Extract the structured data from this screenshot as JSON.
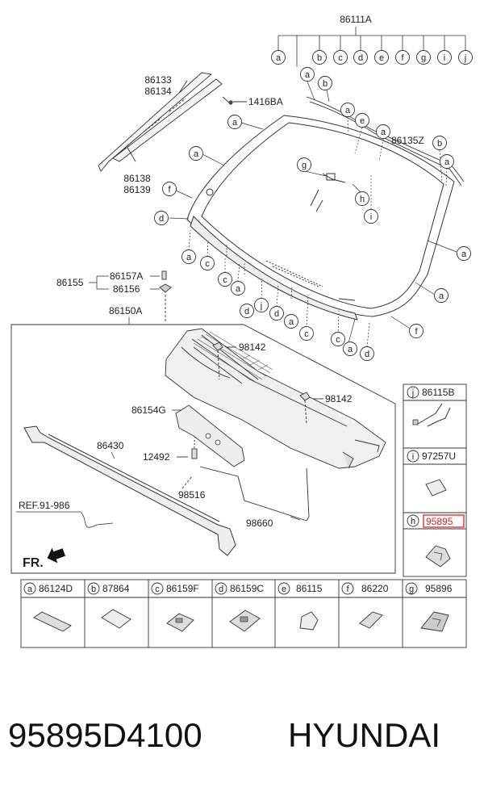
{
  "diagram": {
    "title_part": "86111A",
    "title_callouts": [
      "a",
      "b",
      "c",
      "d",
      "e",
      "f",
      "g",
      "i",
      "j"
    ],
    "labels": {
      "moulding_top_1": "86133",
      "moulding_top_2": "86134",
      "clip_part": "1416BA",
      "moulding_low_1": "86138",
      "moulding_low_2": "86139",
      "strip_part": "86135Z",
      "group_part": "86155",
      "clip_a": "86157A",
      "clip_b": "86156",
      "cowl_assy": "86150A",
      "screw_1": "98142",
      "screw_2": "98142",
      "bracket": "86154G",
      "weatherstrip": "86430",
      "bolt": "12492",
      "hose_1": "98516",
      "hose_2": "98660",
      "reference": "REF.91-986",
      "front": "FR."
    },
    "side_parts": [
      {
        "key": "j",
        "part": "86115B",
        "highlight": false
      },
      {
        "key": "i",
        "part": "97257U",
        "highlight": false
      },
      {
        "key": "h",
        "part": "95895",
        "highlight": true
      }
    ],
    "bottom_parts": [
      {
        "key": "a",
        "part": "86124D"
      },
      {
        "key": "b",
        "part": "87864"
      },
      {
        "key": "c",
        "part": "86159F"
      },
      {
        "key": "d",
        "part": "86159C"
      },
      {
        "key": "e",
        "part": "86115"
      },
      {
        "key": "f",
        "part": "86220"
      },
      {
        "key": "g",
        "part": "95896"
      }
    ],
    "callouts": {
      "c_a1": "a",
      "c_b1": "b",
      "c_a2": "a",
      "c_e1": "e",
      "c_a3": "a",
      "c_b2": "b",
      "c_a4": "a",
      "c_a5": "a",
      "c_a6": "a",
      "c_g1": "g",
      "c_h1": "h",
      "c_i1": "i",
      "c_f1": "f",
      "c_d1": "d",
      "c_a7": "a",
      "c_c1": "c",
      "c_c2": "c",
      "c_a8": "a",
      "c_c3": "c",
      "c_j1": "j",
      "c_d2": "d",
      "c_d3": "d",
      "c_a9": "a",
      "c_c4": "c",
      "c_c5": "c",
      "c_a10": "a",
      "c_d4": "d",
      "c_f2": "f",
      "c_a11": "a",
      "c_a12": "a"
    }
  },
  "footer": {
    "part_number": "95895D4100",
    "brand": "HYUNDAI"
  }
}
